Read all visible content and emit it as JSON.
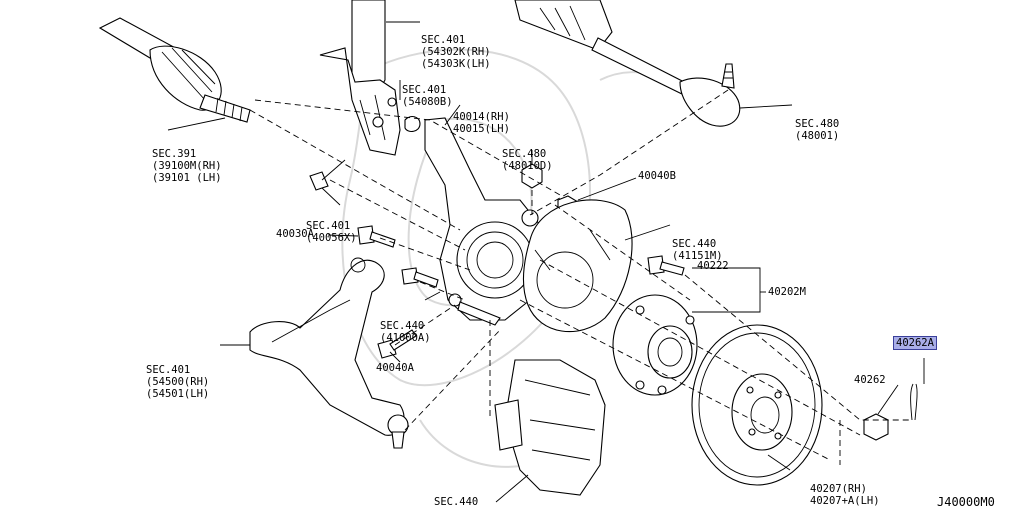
{
  "labels": {
    "sec401_top": [
      "SEC.401",
      "(54302K(RH)",
      "(54303K(LH)"
    ],
    "sec401_b": [
      "SEC.401",
      "(54080B)"
    ],
    "knuckle": [
      "40014(RH)",
      "40015(LH)"
    ],
    "sec391": [
      "SEC.391",
      "(39100M(RH)",
      "(39101 (LH)"
    ],
    "sec480_mid": [
      "SEC.480",
      "(48010D)"
    ],
    "sec480_right": [
      "SEC.480",
      "(48001)"
    ],
    "p40040b": "40040B",
    "sec401_x": [
      "SEC.401",
      "(40056X)"
    ],
    "sec440_shield": [
      "SEC.440",
      "(41151M)"
    ],
    "p40030a": "40030A",
    "p40222": "40222",
    "p40202m": "40202M",
    "sec440_a": [
      "SEC.440",
      "(41000A)"
    ],
    "p40262a": "40262A",
    "sec401_arm": [
      "SEC.401",
      "(54500(RH)",
      "(54501(LH)"
    ],
    "p40040a": "40040A",
    "p40262": "40262",
    "rotor": [
      "40207(RH)",
      "40207+A(LH)"
    ],
    "sec440_bottom": "SEC.440",
    "code": "J40000M0"
  },
  "colors": {
    "highlight": "#a9aee8",
    "line": "#000000",
    "watermark": "#d9d9d9"
  }
}
